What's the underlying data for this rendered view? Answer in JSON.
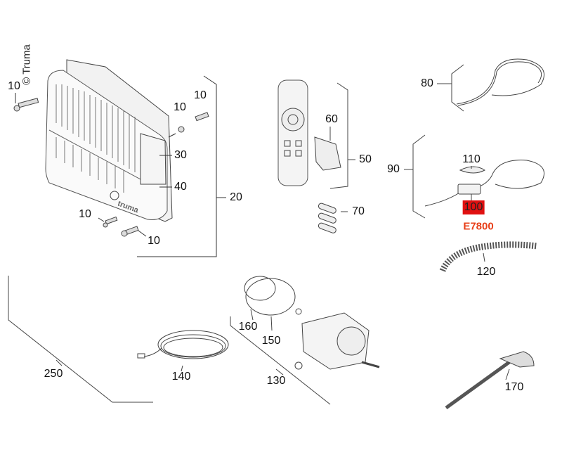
{
  "copyright": "© Truma",
  "brand_colors": {
    "highlight": "#e01010",
    "code_text": "#e8401a"
  },
  "labels": {
    "p10a": "10",
    "p10b": "10",
    "p10c": "10",
    "p10d": "10",
    "p10e": "10",
    "p20": "20",
    "p30": "30",
    "p40": "40",
    "p50": "50",
    "p60": "60",
    "p70": "70",
    "p80": "80",
    "p90": "90",
    "p100": "100",
    "p110": "110",
    "p120": "120",
    "p130": "130",
    "p140": "140",
    "p150": "150",
    "p160": "160",
    "p170": "170",
    "p250": "250"
  },
  "highlight_code": "E7800",
  "logo_text": "truma"
}
